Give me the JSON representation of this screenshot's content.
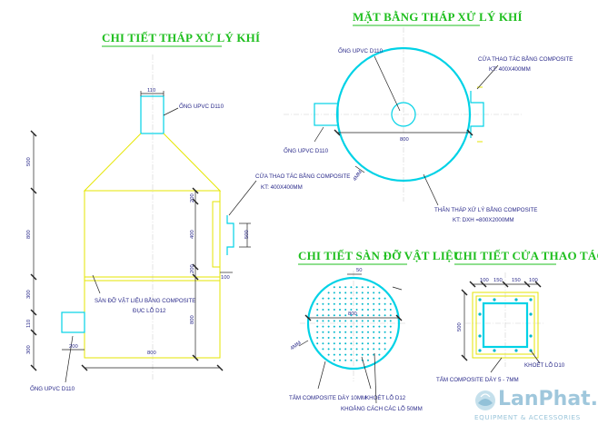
{
  "titles": {
    "detail_tower": "CHI TIẾT THÁP XỬ LÝ KHÍ",
    "plan_tower": "MẶT BẰNG THÁP XỬ LÝ KHÍ",
    "material_floor": "CHI TIẾT SÀN ĐỠ VẬT LIỆU",
    "access_door": "CHI TIẾT CỬA THAO TÁC"
  },
  "elevation": {
    "pipe_top_label": "ỐNG UPVC D110",
    "pipe_top_dim": "110",
    "door_label_1": "CỬA THAO TÁC BẰNG COMPOSITE",
    "door_label_2": "KT: 400X400MM",
    "floor_label_1": "SÀN ĐỠ VẬT LIỆU BẰNG COMPOSITE",
    "floor_label_2": "ĐỤC LỖ D12",
    "pipe_bottom_label": "ỐNG UPVC D110",
    "dim_left": [
      "500",
      "800",
      "300",
      "110",
      "300"
    ],
    "dim_right": [
      "200",
      "400",
      "200",
      "800"
    ],
    "dim_door_w": "500",
    "dim_door_h": "100",
    "dim_pipe_stub": "200",
    "dim_width": "800"
  },
  "plan": {
    "pipe_top_label": "ỐNG UPVC D110",
    "door_label_1": "CỬA THAO TÁC BẰNG COMPOSITE",
    "door_label_2": "KT: 400X400MM",
    "dim_width": "800",
    "pipe_left_label": "ỐNG UPVC D110",
    "thickness": "4MM",
    "body_label_1": "THÂN THÁP XỬ LÝ BẰNG COMPOSITE",
    "body_label_2": "KT: DXH =800X2000MM"
  },
  "floor": {
    "dim_top": "50",
    "dim_dia": "800",
    "thickness": "4MM",
    "label_plate": "TẤM COMPOSITE DÀY 10MM",
    "label_hole": "KHOÉT LỖ D12",
    "label_spacing": "KHOẢNG CÁCH CÁC LỖ 50MM"
  },
  "door": {
    "dims_top": [
      "100",
      "150",
      "150",
      "100"
    ],
    "dim_side": "500",
    "label_hole": "KHOÉT LỖ D10",
    "label_plate": "TẤM COMPOSITE DÀY 5 - 7MM"
  },
  "watermark": {
    "brand": "LanPhat.com",
    "tagline": "EQUIPMENT & ACCESSORIES"
  }
}
